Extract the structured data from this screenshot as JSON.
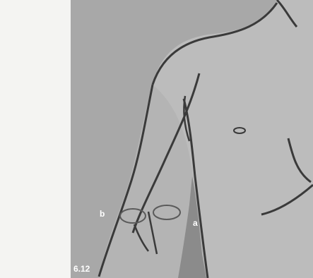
{
  "figure": {
    "label_a": "a",
    "label_b": "b",
    "figure_number": "6.12"
  },
  "colors": {
    "page_background": "#f4f4f2",
    "panel_background": "#a8a8a8",
    "skin": "#bcbcbc",
    "vessel": "#8b8b8b",
    "outline": "#3a3a3a",
    "label_text": "#ffffff"
  }
}
